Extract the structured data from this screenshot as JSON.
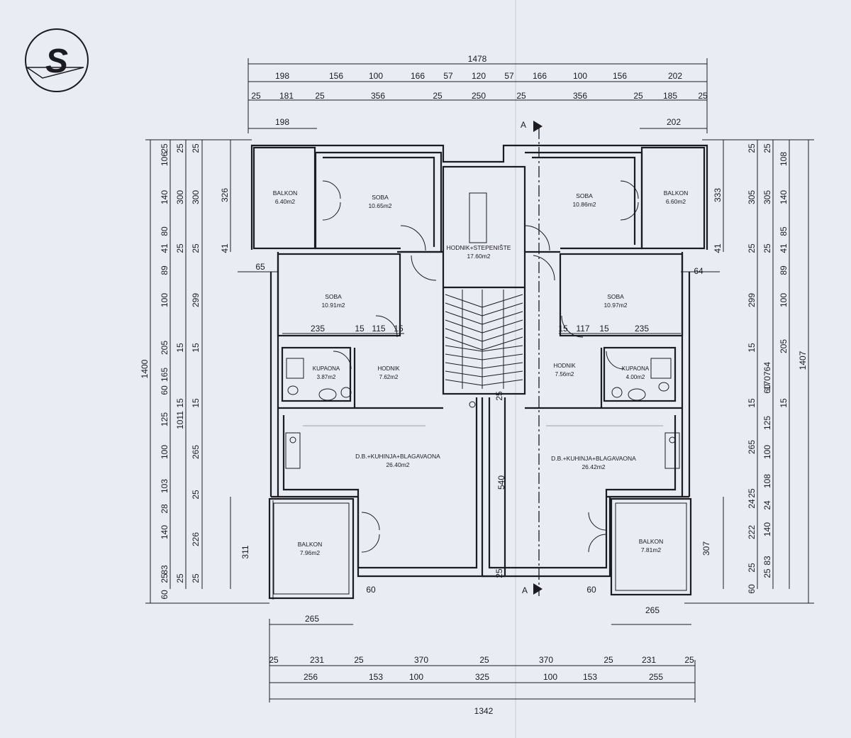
{
  "logo": {
    "letter": "S"
  },
  "section_marker": {
    "label": "A"
  },
  "rooms": {
    "balkon_tl": {
      "name": "BALKON",
      "area": "6.40m2"
    },
    "soba_tl": {
      "name": "SOBA",
      "area": "10.65m2"
    },
    "hodnik_stair": {
      "name": "HODNIK+STEPENIŠTE",
      "area": "17.60m2"
    },
    "soba_tr": {
      "name": "SOBA",
      "area": "10.86m2"
    },
    "balkon_tr": {
      "name": "BALKON",
      "area": "6.60m2"
    },
    "soba_ml": {
      "name": "SOBA",
      "area": "10.91m2"
    },
    "soba_mr": {
      "name": "SOBA",
      "area": "10.97m2"
    },
    "kupaona_l": {
      "name": "KUPAONA",
      "area": "3.87m2"
    },
    "hodnik_l": {
      "name": "HODNIK",
      "area": "7.62m2"
    },
    "hodnik_r": {
      "name": "HODNIK",
      "area": "7.56m2"
    },
    "kupaona_r": {
      "name": "KUPAONA",
      "area": "4.00m2"
    },
    "kuhinja_l": {
      "name": "D.B.+KUHINJA+BLAGAVAONA",
      "area": "26.40m2"
    },
    "kuhinja_r": {
      "name": "D.B.+KUHINJA+BLAGAVAONA",
      "area": "26.42m2"
    },
    "balkon_bl": {
      "name": "BALKON",
      "area": "7.96m2"
    },
    "balkon_br": {
      "name": "BALKON",
      "area": "7.81m2"
    }
  },
  "dims": {
    "top_total": "1478",
    "top_row1": [
      "198",
      "156",
      "100",
      "166",
      "57",
      "120",
      "57",
      "166",
      "100",
      "156",
      "202"
    ],
    "top_row2": [
      "25",
      "181",
      "25",
      "356",
      "25",
      "250",
      "25",
      "356",
      "25",
      "185",
      "25"
    ],
    "top_row3_l": "198",
    "top_row3_r": "202",
    "left_total": "1400",
    "left_mid": "1011",
    "left_col1": [
      "106",
      "25",
      "140",
      "80",
      "41",
      "89",
      "100",
      "205",
      "165",
      "60",
      "125",
      "100",
      "103",
      "28",
      "140",
      "83",
      "25",
      "60"
    ],
    "left_col2": [
      "25",
      "300",
      "25",
      "299",
      "15",
      "15",
      "265",
      "25",
      "226",
      "25"
    ],
    "left_col3": [
      "25",
      "300",
      "25",
      "15",
      "15",
      "25"
    ],
    "left_outer_326": "326",
    "left_outer_41": "41",
    "left_outer_311": "311",
    "left_65": "65",
    "right_total": "1407",
    "right_764": "764",
    "right_col1": [
      "25",
      "305",
      "25",
      "299",
      "15",
      "15",
      "265",
      "25",
      "24",
      "222",
      "25",
      "60"
    ],
    "right_col2": [
      "25",
      "305",
      "25",
      "170",
      "60",
      "125",
      "100",
      "108",
      "24",
      "140",
      "83",
      "25"
    ],
    "right_col3": [
      "108",
      "140",
      "85",
      "41",
      "89",
      "100",
      "205",
      "15"
    ],
    "right_outer_333": "333",
    "right_outer_41": "41",
    "right_outer_307": "307",
    "right_64": "64",
    "inner_l": [
      "235",
      "15",
      "115",
      "15"
    ],
    "inner_r": [
      "15",
      "117",
      "15",
      "235"
    ],
    "stair_25_top": "25",
    "corridor_540": "540",
    "corridor_25_bot": "25",
    "bal_60_l": "60",
    "bal_60_r": "60",
    "bottom_265_l": "265",
    "bottom_265_r": "265",
    "bottom_row1": [
      "25",
      "231",
      "25",
      "370",
      "25",
      "370",
      "25",
      "231",
      "25"
    ],
    "bottom_row2": [
      "256",
      "153",
      "100",
      "325",
      "100",
      "153",
      "255"
    ],
    "bottom_total": "1342"
  },
  "colors": {
    "paper": "#e9ecf3",
    "line": "#1b1b22"
  }
}
